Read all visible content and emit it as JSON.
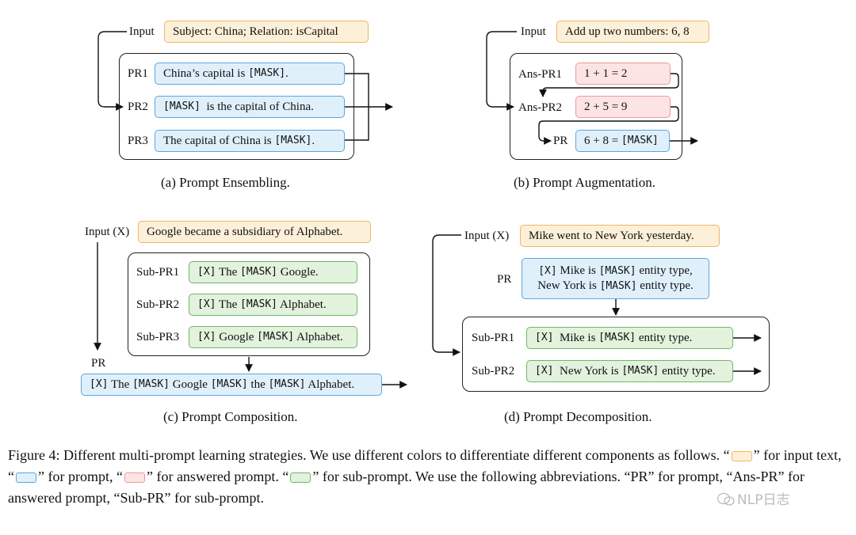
{
  "panel_a": {
    "input_label": "Input",
    "input_text": "Subject: China; Relation: isCapital",
    "rows": [
      {
        "label": "PR1",
        "pre": "China’s capital is ",
        "mask": "[MASK]",
        "post": "."
      },
      {
        "label": "PR2",
        "pre": "",
        "mask": "[MASK]",
        "post": "  is the capital of China."
      },
      {
        "label": "PR3",
        "pre": "The capital of China is ",
        "mask": "[MASK]",
        "post": "."
      }
    ],
    "caption": "(a) Prompt Ensembling."
  },
  "panel_b": {
    "input_label": "Input",
    "input_text": "Add up two numbers: 6, 8",
    "ans_rows": [
      {
        "label": "Ans-PR1",
        "text": "1 + 1 = 2"
      },
      {
        "label": "Ans-PR2",
        "text": "2 + 5 = 9"
      }
    ],
    "pr_label": "PR",
    "pr_pre": "6 + 8 = ",
    "pr_mask": "[MASK]",
    "caption": "(b) Prompt Augmentation."
  },
  "panel_c": {
    "input_label": "Input (X)",
    "input_text": "Google became a subsidiary of Alphabet.",
    "rows": [
      {
        "label": "Sub-PR1",
        "x": "[X]",
        "a": " The ",
        "mask": "[MASK]",
        "b": " Google."
      },
      {
        "label": "Sub-PR2",
        "x": "[X]",
        "a": " The ",
        "mask": "[MASK]",
        "b": " Alphabet."
      },
      {
        "label": "Sub-PR3",
        "x": "[X]",
        "a": " Google ",
        "mask": "[MASK]",
        "b": " Alphabet."
      }
    ],
    "pr_label": "PR",
    "pr_parts": {
      "x": "[X]",
      "t1": " The ",
      "m1": "[MASK]",
      "t2": " Google ",
      "m2": "[MASK]",
      "t3": " the ",
      "m3": "[MASK]",
      "t4": " Alphabet."
    },
    "caption": "(c) Prompt Composition."
  },
  "panel_d": {
    "input_label": "Input (X)",
    "input_text": "Mike went to New York yesterday.",
    "pr_label": "PR",
    "pr_line1": {
      "x": "[X]",
      "a": " Mike is ",
      "mask": "[MASK]",
      "b": " entity type,"
    },
    "pr_line2": {
      "a": "New York is ",
      "mask": "[MASK]",
      "b": " entity type."
    },
    "rows": [
      {
        "label": "Sub-PR1",
        "x": "[X]",
        "a": "  Mike is ",
        "mask": "[MASK]",
        "b": " entity type."
      },
      {
        "label": "Sub-PR2",
        "x": "[X]",
        "a": "  New York is ",
        "mask": "[MASK]",
        "b": " entity type."
      }
    ],
    "caption": "(d) Prompt Decomposition."
  },
  "figure_caption": {
    "part1": "Figure 4: Different multi-prompt learning strategies. We use different colors to differentiate different components as follows. “",
    "part2": "” for input text, “",
    "part3": "” for prompt, “",
    "part4": "” for answered prompt. “",
    "part5": "” for sub-prompt. We use the following abbreviations. “PR” for prompt, “Ans-PR” for answered prompt, “Sub-PR” for sub-prompt."
  },
  "colors": {
    "input": "#fdf0d8",
    "prompt": "#e0f0fb",
    "answered": "#fde4e4",
    "sub_prompt": "#e2f2dc"
  },
  "watermark": "NLP日志"
}
